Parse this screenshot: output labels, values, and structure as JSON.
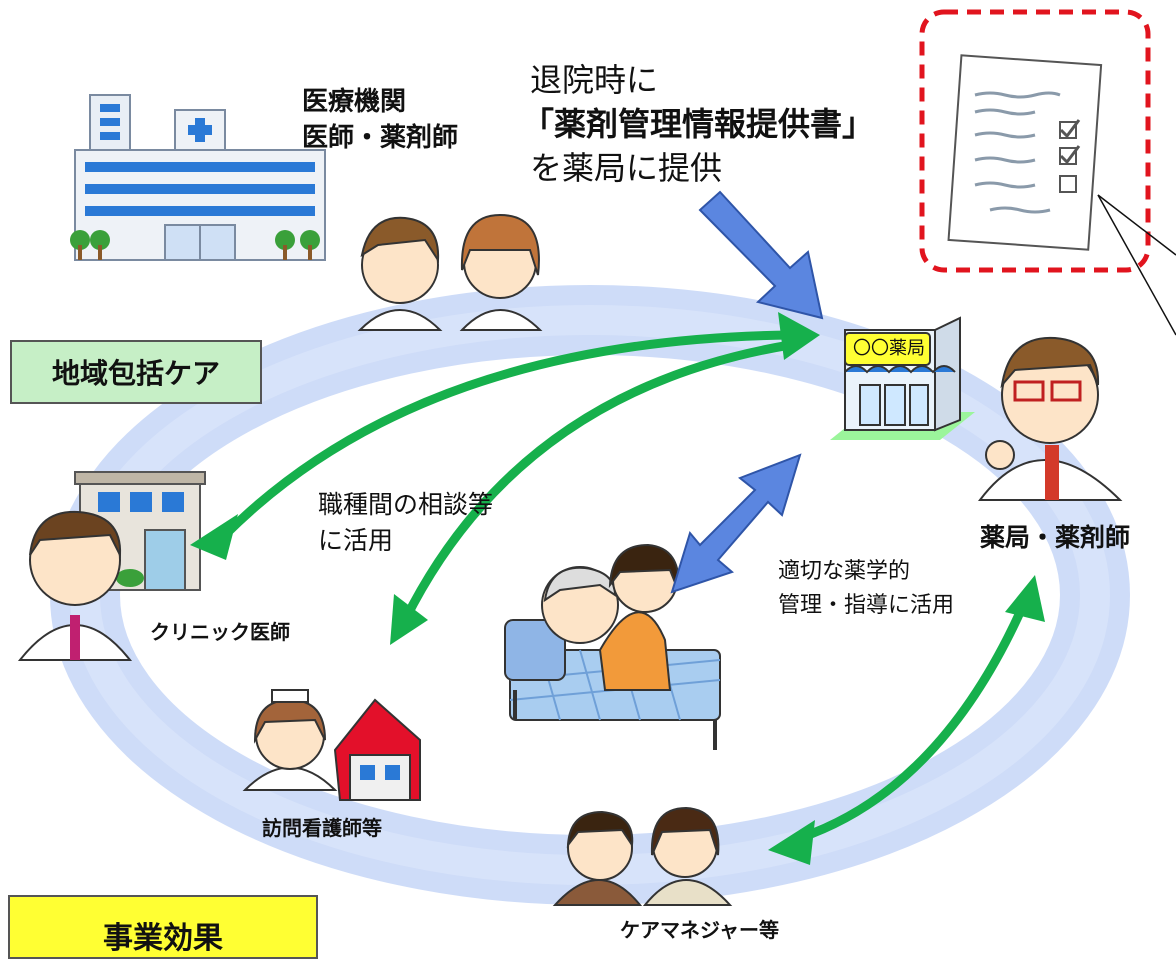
{
  "hospital": {
    "line1": "医療機関",
    "line2": "医師・薬剤師"
  },
  "discharge": {
    "line1": "退院時に",
    "line2": "「薬剤管理情報提供書」",
    "line3": "を薬局に提供"
  },
  "pharmacy": {
    "sign": "〇〇薬局",
    "label": "薬局・薬剤師"
  },
  "community_care_label": "地域包括ケア",
  "consult_note": {
    "line1": "職種間の相談等",
    "line2": "に活用"
  },
  "guidance_note": {
    "line1": "適切な薬学的",
    "line2": "管理・指導に活用"
  },
  "clinic_label": "クリニック医師",
  "nurse_label": "訪問看護師等",
  "caremanager_label": "ケアマネジャー等",
  "effect_label": "事業効果",
  "colors": {
    "ring": "#c9d8f7",
    "green_arrow": "#16b04c",
    "blue_arrow": "#5b86e0",
    "dashed_box": "#e1141e",
    "community_bg": "#c6efc6",
    "effect_bg": "#ffff33"
  }
}
